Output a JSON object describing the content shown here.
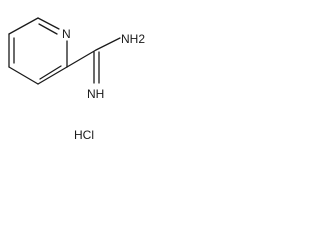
{
  "molecule": {
    "atoms": {
      "ring_nitrogen": "N",
      "amine": "NH2",
      "imine": "NH"
    },
    "salt": "HCl"
  }
}
